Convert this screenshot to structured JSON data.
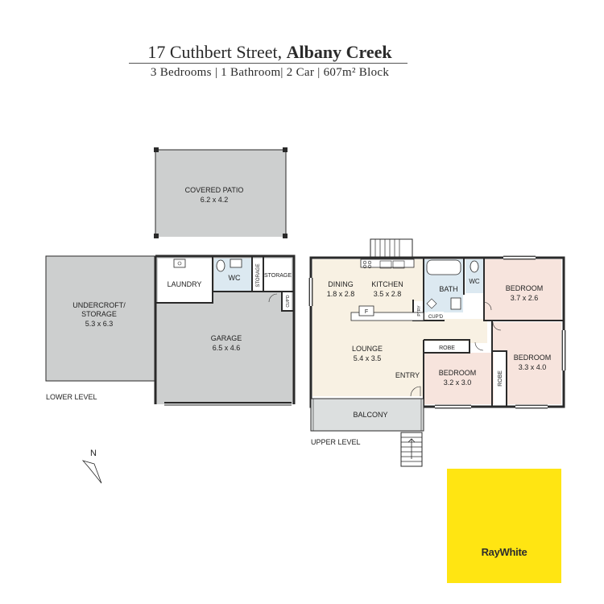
{
  "header": {
    "street": "17 Cuthbert Street,",
    "suburb": "Albany Creek",
    "details": "3  Bedrooms | 1  Bathroom| 2  Car | 607m²   Block"
  },
  "colors": {
    "room_grey": "#cdcfcf",
    "room_cream": "#f8f1e3",
    "room_pink": "#f7e4dd",
    "wet_blue": "#dce9f1",
    "wall": "#2a2a2a",
    "brand_yellow": "#ffe512"
  },
  "plan": {
    "lower_level": {
      "label": "LOWER LEVEL",
      "rooms": {
        "covered_patio": {
          "name": "COVERED PATIO",
          "size": "6.2 x 4.2"
        },
        "undercroft": {
          "name_1": "UNDERCROFT/",
          "name_2": "STORAGE",
          "size": "5.3 x 6.3"
        },
        "laundry": {
          "name": "LAUNDRY"
        },
        "wc": {
          "name": "WC"
        },
        "storage_small": {
          "name": "STORAGE"
        },
        "storage": {
          "name": "STORAGE"
        },
        "cupd": {
          "name": "CUP'D"
        },
        "garage": {
          "name": "GARAGE",
          "size": "6.5 x 4.6"
        }
      }
    },
    "upper_level": {
      "label": "UPPER LEVEL",
      "rooms": {
        "dining": {
          "name": "DINING",
          "size": "1.8 x 2.8"
        },
        "kitchen": {
          "name": "KITCHEN",
          "size": "3.5 x 2.8"
        },
        "bath": {
          "name": "BATH"
        },
        "wc": {
          "name": "WC"
        },
        "bedroom_1": {
          "name": "BEDROOM",
          "size": "3.7 x 2.6"
        },
        "bedroom_2": {
          "name": "BEDROOM",
          "size": "3.3 x 4.0"
        },
        "bedroom_3": {
          "name": "BEDROOM",
          "size": "3.2 x 3.0"
        },
        "lounge": {
          "name": "LOUNGE",
          "size": "5.4 x 3.5"
        },
        "entry": {
          "name": "ENTRY"
        },
        "robe_1": {
          "name": "ROBE"
        },
        "robe_2": {
          "name": "ROBE"
        },
        "ptry": {
          "name": "PTRY"
        },
        "cupd": {
          "name": "CUP'D"
        },
        "fridge": {
          "name": "F"
        },
        "balcony": {
          "name": "BALCONY"
        }
      }
    },
    "compass": {
      "label": "N",
      "icon": "north-arrow-icon"
    }
  },
  "brand": {
    "logo_text": "RayWhite",
    "icon": "raywhite-logo"
  }
}
